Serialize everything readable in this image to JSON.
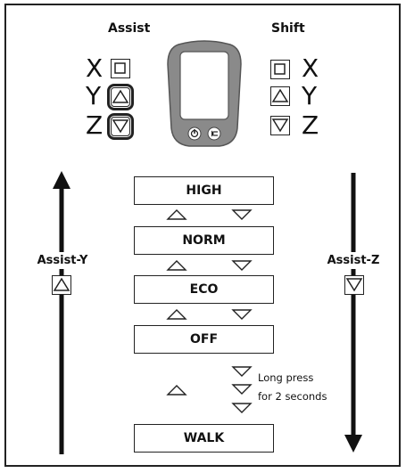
{
  "headers": {
    "assist": "Assist",
    "shift": "Shift"
  },
  "button_letters": {
    "x": "X",
    "y": "Y",
    "z": "Z"
  },
  "modes": [
    "HIGH",
    "NORM",
    "ECO",
    "OFF",
    "WALK"
  ],
  "side_labels": {
    "left": "Assist-Y",
    "right": "Assist-Z"
  },
  "long_press_note": {
    "line1": "Long press",
    "line2": "for 2 seconds"
  },
  "icons": {
    "square_button": "square-icon",
    "up_button": "up-triangle-icon",
    "down_button": "down-triangle-icon",
    "power": "power-icon",
    "light": "light-icon"
  },
  "colors": {
    "line": "#222222",
    "display_body": "#8a8a8a",
    "display_screen": "#ffffff"
  }
}
